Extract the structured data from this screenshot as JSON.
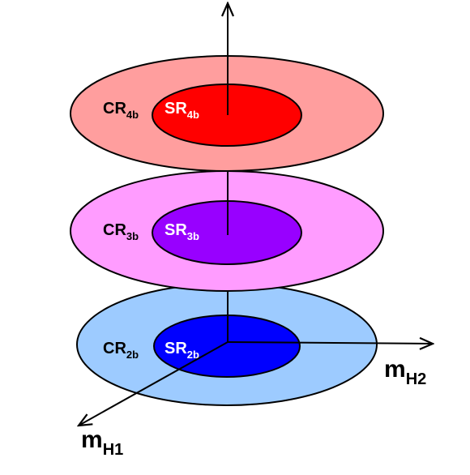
{
  "layers": [
    {
      "cr": {
        "base": "CR",
        "sub": "4b"
      },
      "sr": {
        "base": "SR",
        "sub": "4b"
      },
      "colors": {
        "outer": "#ff9e9e",
        "inner": "#ff0000",
        "cr_text": "#000000",
        "sr_text": "#ffffff"
      }
    },
    {
      "cr": {
        "base": "CR",
        "sub": "3b"
      },
      "sr": {
        "base": "SR",
        "sub": "3b"
      },
      "colors": {
        "outer": "#ff9cff",
        "inner": "#9800ff",
        "cr_text": "#000000",
        "sr_text": "#ffffff"
      }
    },
    {
      "cr": {
        "base": "CR",
        "sub": "2b"
      },
      "sr": {
        "base": "SR",
        "sub": "2b"
      },
      "colors": {
        "outer": "#9dcbff",
        "inner": "#0000ff",
        "cr_text": "#000000",
        "sr_text": "#ffffff"
      }
    }
  ],
  "axes": {
    "x": {
      "base": "m",
      "sub": "H2"
    },
    "y": {
      "base": "m",
      "sub": "H1"
    }
  }
}
